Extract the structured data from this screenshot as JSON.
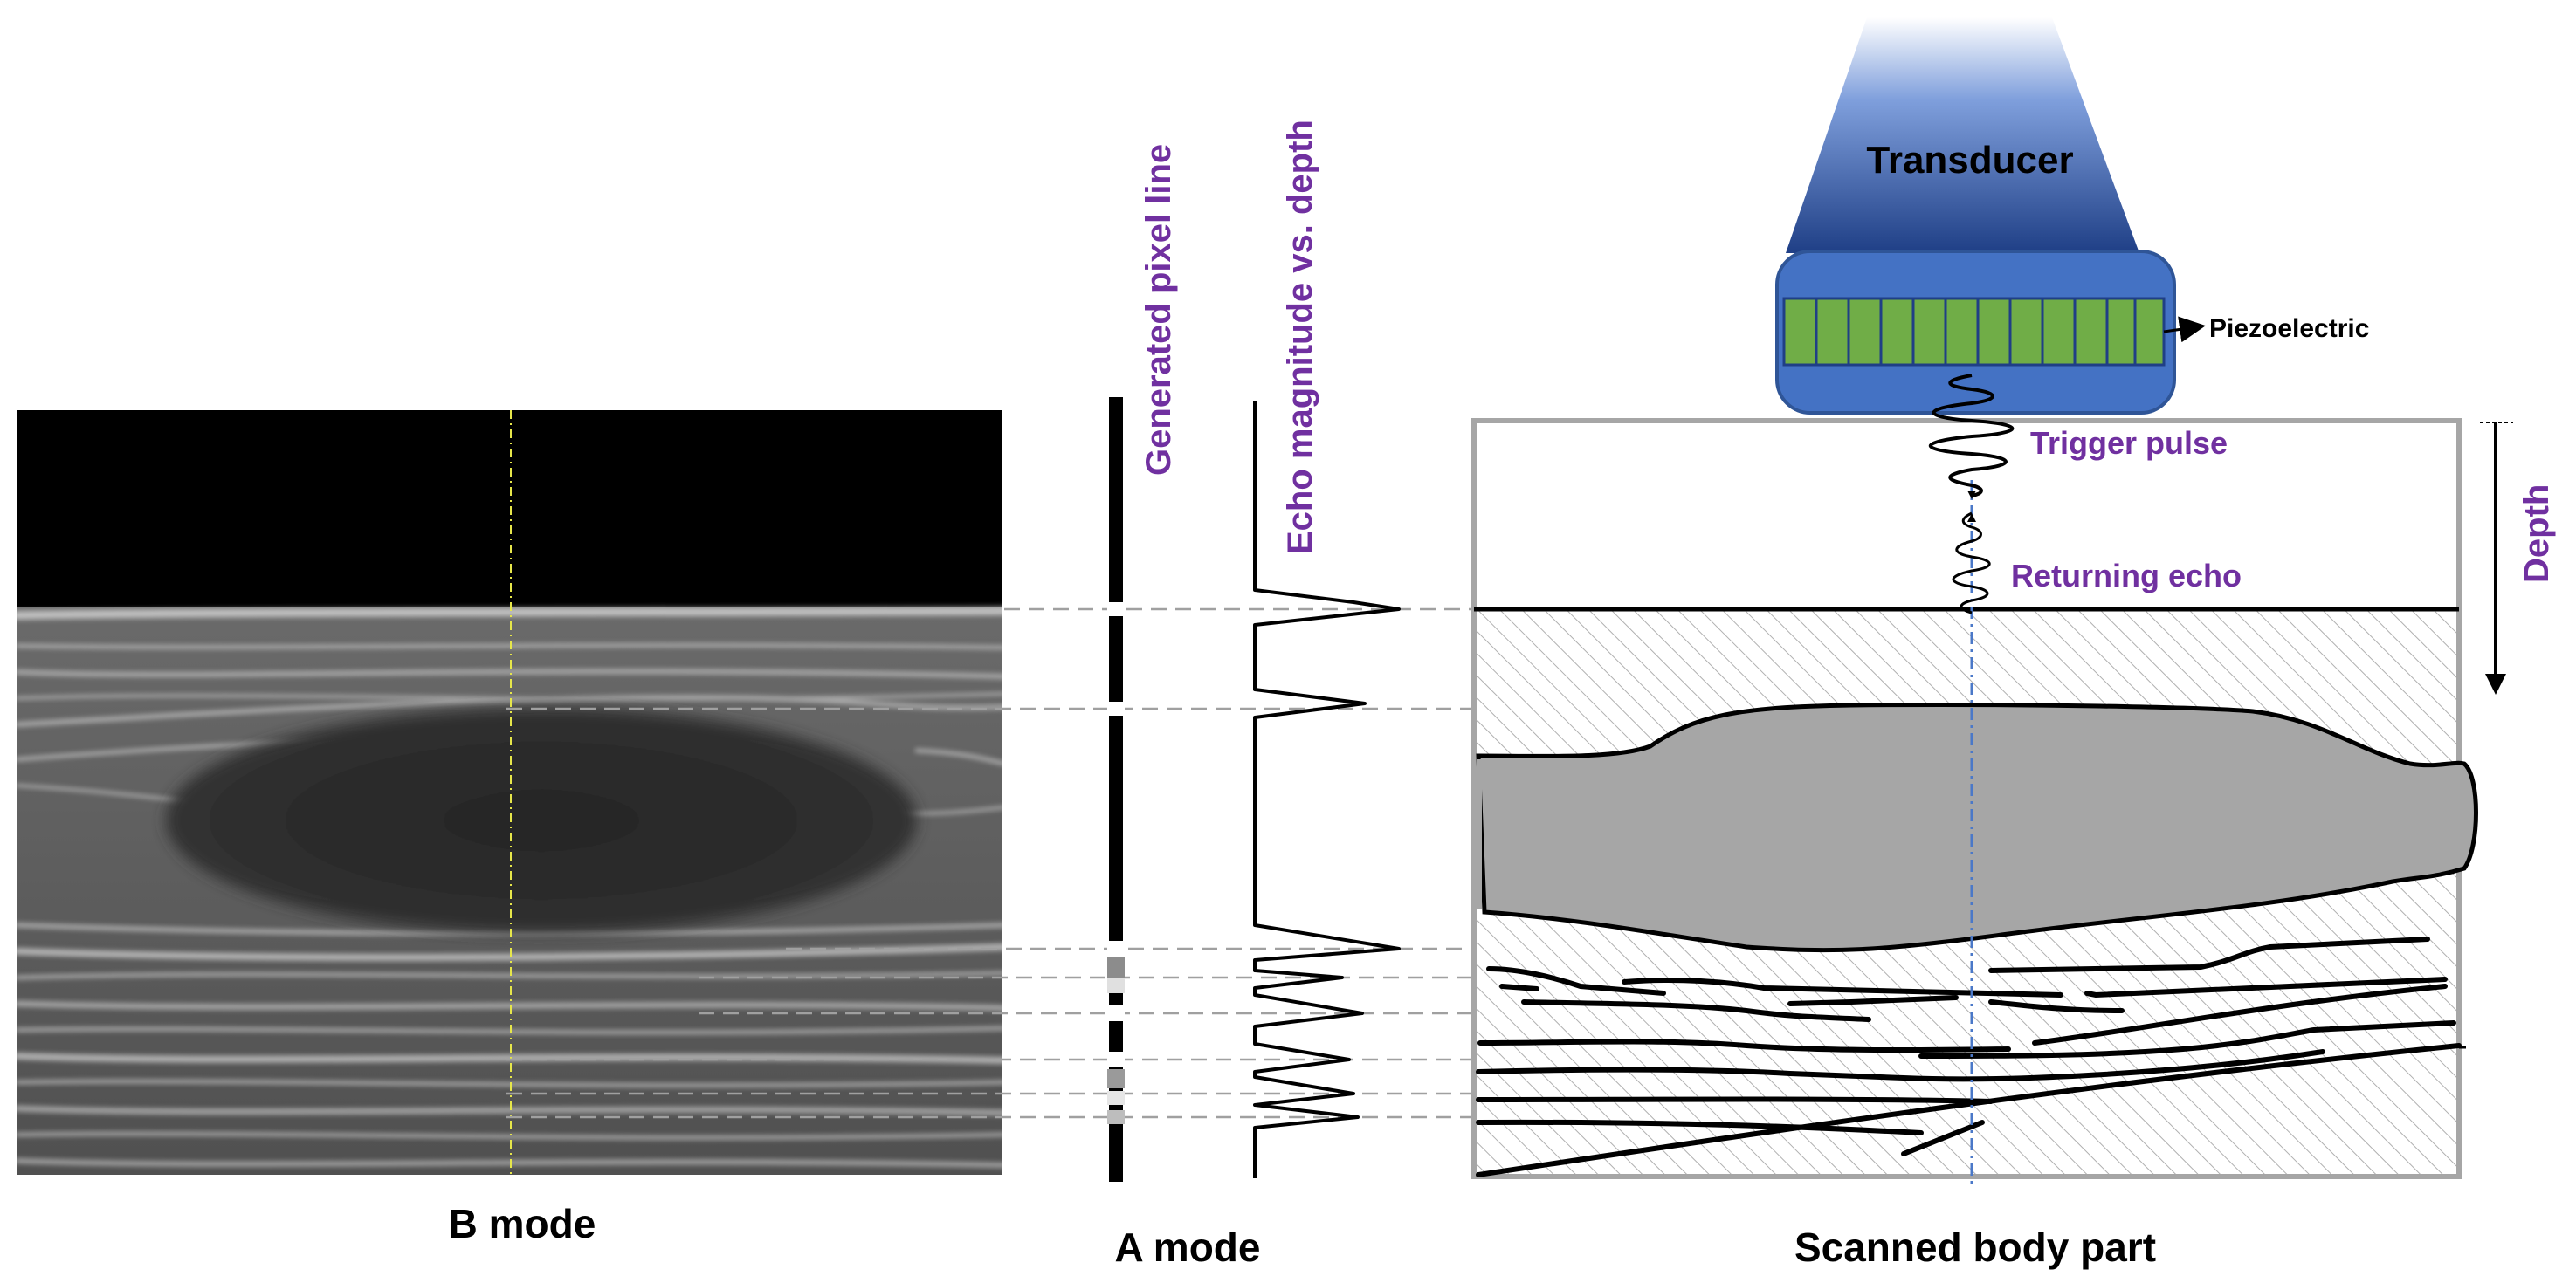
{
  "labels": {
    "b_mode": "B mode",
    "a_mode": "A mode",
    "scanned_body_part": "Scanned body part",
    "generated_pixel_line": "Generated pixel line",
    "echo_magnitude_vs_depth": "Echo magnitude vs. depth",
    "transducer": "Transducer",
    "piezoelectric": "Piezoelectric",
    "trigger_pulse": "Trigger pulse",
    "returning_echo": "Returning echo",
    "depth": "Depth"
  },
  "colors": {
    "purple_label": "#7030a0",
    "transducer_blue": "#4472c4",
    "transducer_dark": "#1f3f86",
    "piezo_green": "#70ad47",
    "tissue_gray": "#a6a6a6",
    "dashed_line": "#a0a0a0",
    "scan_line_blue": "#4a78c8",
    "bmode_scan_yellow": "#e6e64a"
  }
}
